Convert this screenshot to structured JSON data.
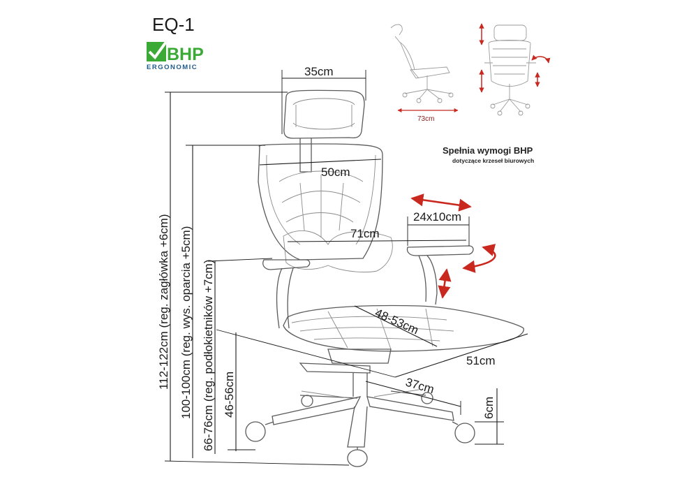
{
  "product": {
    "model": "EQ-1",
    "logo_text": "BHP",
    "logo_sub": "ERGONOMIC",
    "logo_color": "#3aa935",
    "logo_dark": "#1e5a8c"
  },
  "compliance": {
    "title": "Spełnia wymogi BHP",
    "subtitle": "dotyczące krzeseł biurowych"
  },
  "thumbnails": {
    "width_label": "73cm"
  },
  "dimensions": {
    "headrest_width": "35cm",
    "backrest_width": "50cm",
    "armrest_pad": "24x10cm",
    "width_armrests": "71cm",
    "seat_depth": "48-53cm",
    "seat_width": "51cm",
    "base_radius": "37cm",
    "caster_height": "6cm",
    "total_height": "112-122cm (reg. zagłówka +6cm)",
    "backrest_height": "100-100cm (reg. wys. oparcia +5cm)",
    "armrest_height": "66-76cm (reg. podłokietników +7cm)",
    "seat_height": "46-56cm"
  },
  "colors": {
    "arrow": "#c8281e",
    "line": "#1a1a1a",
    "chair": "#5a5a5a"
  }
}
